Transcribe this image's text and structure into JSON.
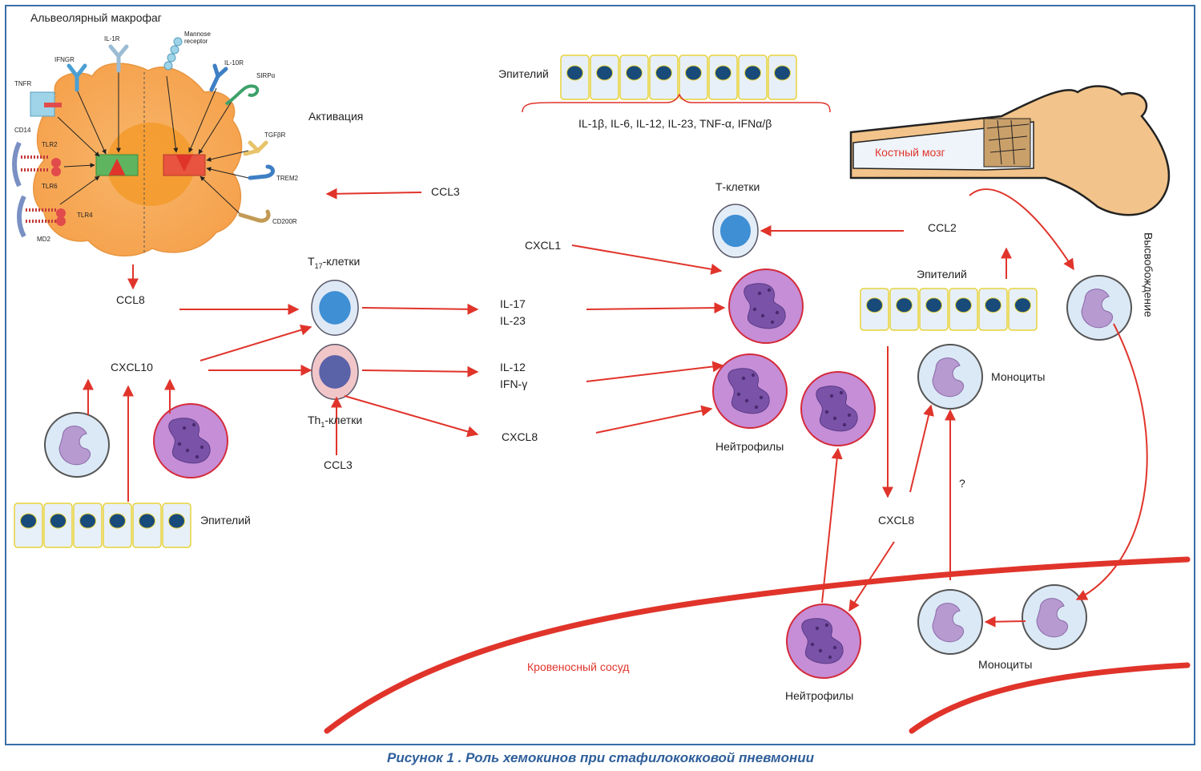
{
  "labels": {
    "macrophage": "Альвеолярный макрофаг",
    "activation": "Активация",
    "epithelium": "Эпителий",
    "cytokines_top": "IL-1β, IL-6, IL-12, IL-23, TNF-α, IFNα/β",
    "bone_marrow": "Костный мозг",
    "ccl3_top": "CCL3",
    "ccl3_bottom": "CCL3",
    "t_cells": "Т-клетки",
    "cxcl1": "CXCL1",
    "ccl2": "CCL2",
    "release": "Высвобождение",
    "ccl8": "CCL8",
    "t17_main": "T",
    "t17_sub": "17",
    "t17_rest": "-клетки",
    "th1_main": "Th",
    "th1_sub": "1",
    "th1_rest": "-клетки",
    "il17_il23": [
      "IL-17",
      "IL-23"
    ],
    "il12_ifn": [
      "IL-12",
      "IFN-γ"
    ],
    "cxcl8_mid": "CXCL8",
    "cxcl10": "CXCL10",
    "neutrophils_mid": "Нейтрофилы",
    "epithelium_right": "Эпителий",
    "monocytes_right": "Моноциты",
    "question": "?",
    "cxcl8_right": "CXCL8",
    "epithelium_left": "Эпителий",
    "blood_vessel": "Кровеносный сосуд",
    "neutrophils_bottom": "Нейтрофилы",
    "monocytes_bottom": "Моноциты",
    "caption": "Рисунок 1 . Роль хемокинов при стафилококковой пневмонии"
  },
  "receptors": {
    "il1r": "IL-1R",
    "mannose": [
      "Mannose",
      "receptor"
    ],
    "ifngr": "IFNGR",
    "il10r": "IL-10R",
    "tnfr": "TNFR",
    "sirpa": "SIRPα",
    "cd14": "CD14",
    "tlr2": "TLR2",
    "tlr6": "TLR6",
    "tgfbr": "TGFβR",
    "trem2": "TREM2",
    "tlr4": "TLR4",
    "md2": "MD2",
    "cd200r": "CD200R"
  },
  "colors": {
    "arrow": "#e0342b",
    "vessel": "#e0342b",
    "frame": "#3a6ea8",
    "caption": "#2f5f9a",
    "neutrophil_fill": "#c58ed6",
    "nucleus_purple": "#7a53a8",
    "monocyte_fill": "#dbe9f6",
    "tcell_nucleus": "#3f8fd4",
    "epithelium_fill": "#e7f0f8",
    "epithelium_border": "#e7d23a",
    "macrophage_body": "#f5a955"
  }
}
